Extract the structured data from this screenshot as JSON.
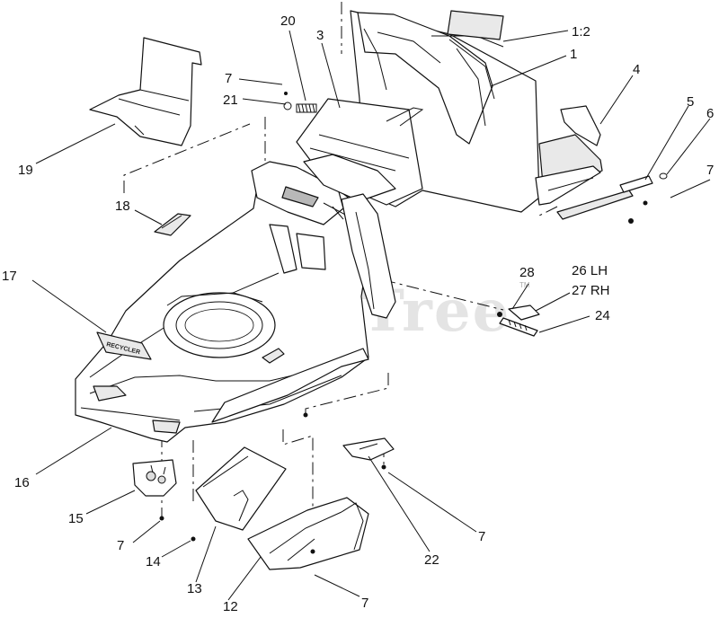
{
  "watermark": {
    "text": "PartsTree",
    "tm": "TM"
  },
  "deck_stamp": "RECYCLER",
  "callouts": {
    "l_1_2": "1:2",
    "l_1": "1",
    "l_3": "3",
    "l_4": "4",
    "l_5": "5",
    "l_6": "6",
    "l_7a": "7",
    "l_7b": "7",
    "l_7c": "7",
    "l_7d": "7",
    "l_7e": "7",
    "l_12": "12",
    "l_13": "13",
    "l_14": "14",
    "l_15": "15",
    "l_16": "16",
    "l_17": "17",
    "l_18": "18",
    "l_19": "19",
    "l_20": "20",
    "l_21": "21",
    "l_22": "22",
    "l_24": "24",
    "l_26": "26 LH",
    "l_27": "27 RH",
    "l_28": "28"
  }
}
